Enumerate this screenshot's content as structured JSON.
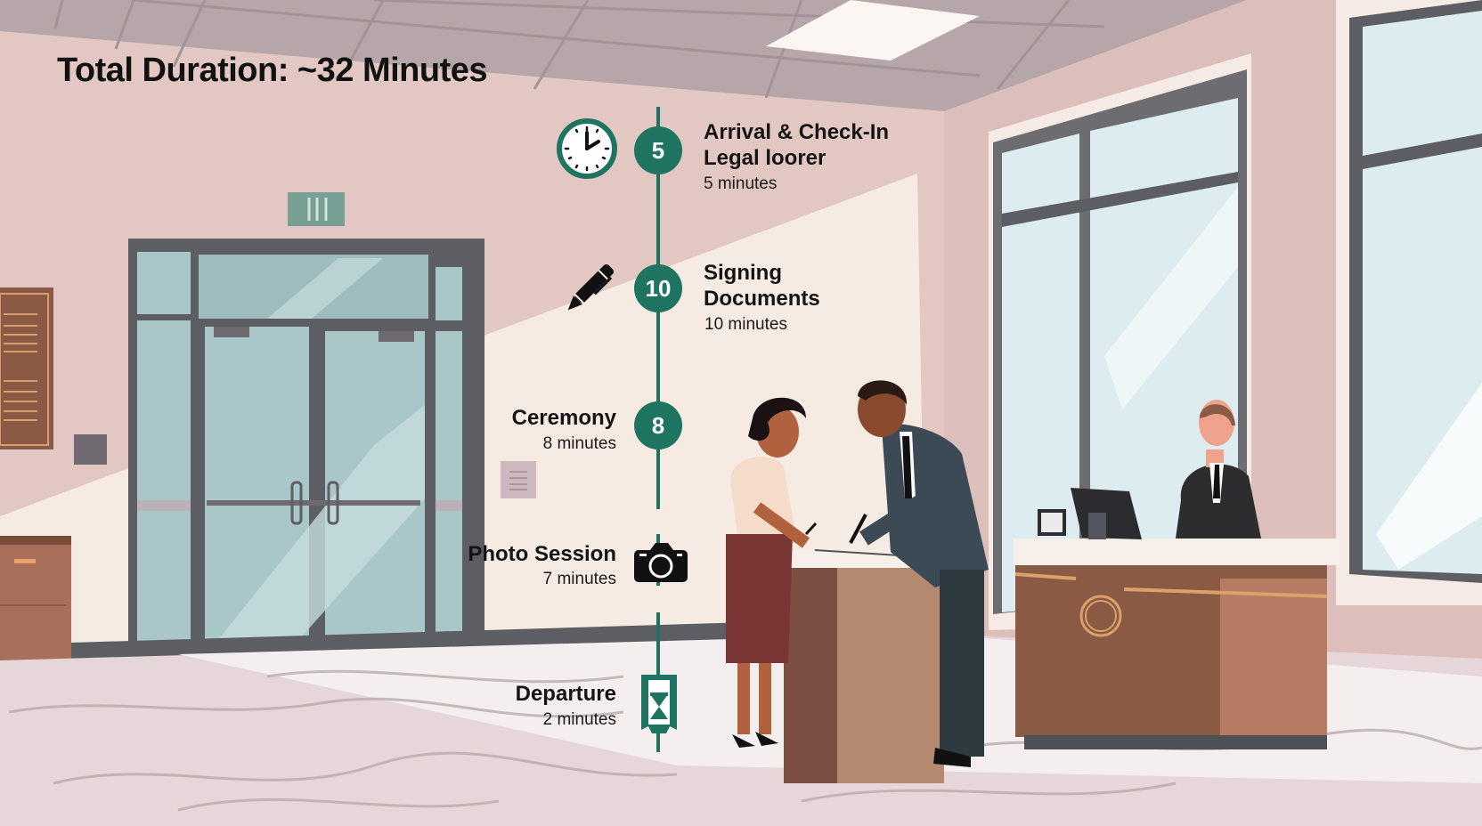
{
  "title": "Total Duration: ~32 Minutes",
  "colors": {
    "accent": "#1e7460",
    "wall": "#e3c7c3",
    "ceiling": "#b6a5a9",
    "glass": "#a9c7c9",
    "frame": "#5d5e64",
    "wood": "#8a5a45",
    "floor": "#e6d6da"
  },
  "timeline": {
    "steps": [
      {
        "number": "5",
        "title_line1": "Arrival & Check-In",
        "title_line2": "Legal loorer",
        "duration": "5 minutes",
        "icon": "clock-icon"
      },
      {
        "number": "10",
        "title_line1": "Signing",
        "title_line2": "Documents",
        "duration": "10 minutes",
        "icon": "pen-icon"
      },
      {
        "number": "8",
        "title_line1": "Ceremony",
        "title_line2": "",
        "duration": "8 minutes",
        "icon": ""
      },
      {
        "number": "",
        "title_line1": "Photo Session",
        "title_line2": "",
        "duration": "7 minutes",
        "icon": "camera-icon"
      },
      {
        "number": "",
        "title_line1": "Departure",
        "title_line2": "",
        "duration": "2 minutes",
        "icon": "hourglass-banner-icon"
      }
    ]
  }
}
